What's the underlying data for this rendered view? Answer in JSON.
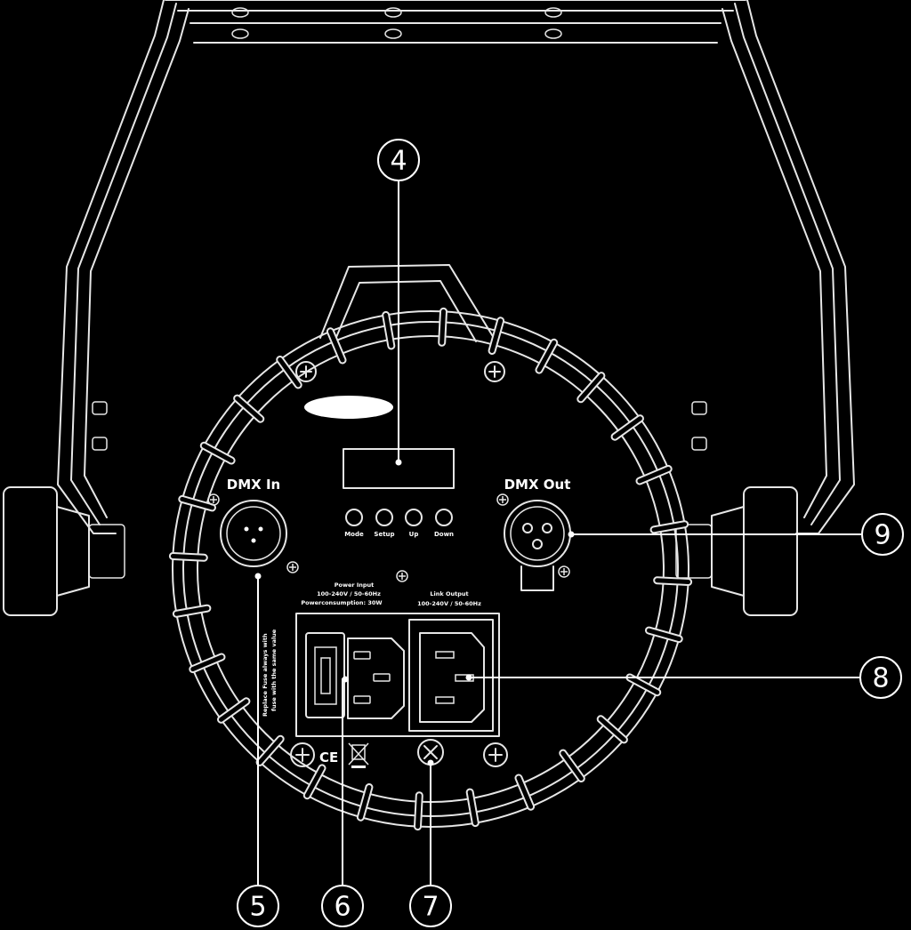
{
  "connectors": {
    "dmx_in": "DMX In",
    "dmx_out": "DMX Out"
  },
  "buttons": [
    "Mode",
    "Setup",
    "Up",
    "Down"
  ],
  "power": {
    "title": "Power Input",
    "voltage": "100-240V / 50-60Hz",
    "consumption": "Powerconsumption: 30W"
  },
  "link": {
    "title": "Link Output",
    "voltage": "100-240V / 50-60Hz"
  },
  "fuse_note": {
    "line1": "Replace Fuse always with",
    "line2": "fuse with the same value"
  },
  "marks": {
    "ce": "CE"
  },
  "callouts": {
    "c4": "4",
    "c5": "5",
    "c6": "6",
    "c7": "7",
    "c8": "8",
    "c9": "9"
  },
  "colors": {
    "background": "#000000",
    "line": "#e6e6e6"
  }
}
